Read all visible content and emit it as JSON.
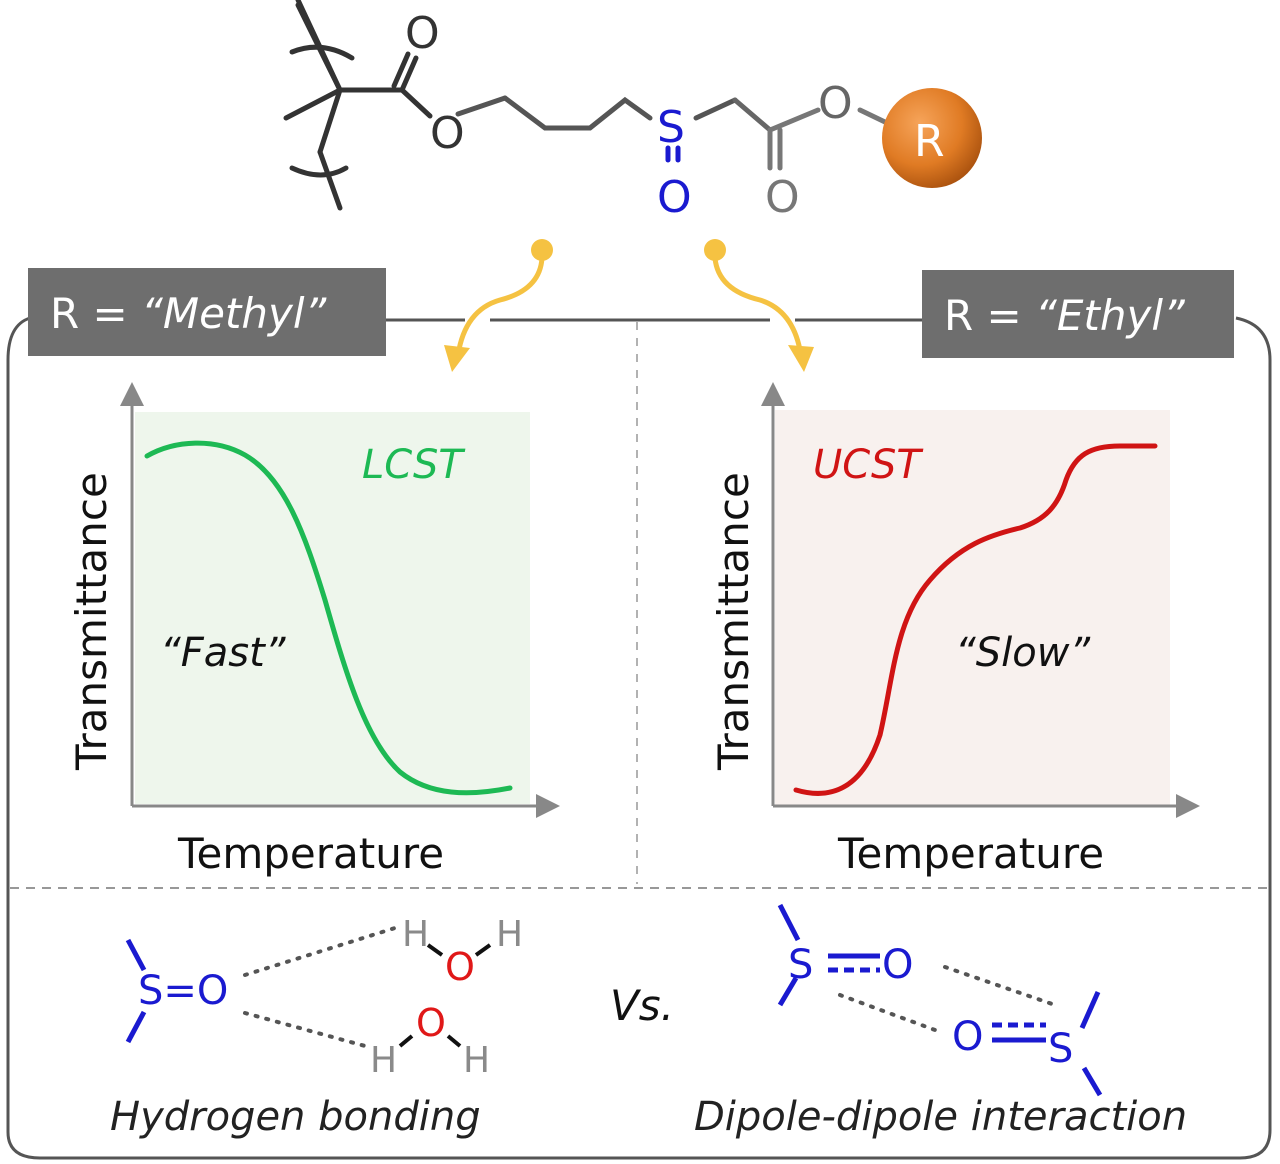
{
  "molecule": {
    "atoms": {
      "ester_o_carbonyl": "O",
      "ester_o_link": "O",
      "sulfur": "S",
      "sulfoxide_o": "O",
      "acetate_o_link": "O",
      "acetate_o_carbonyl": "O",
      "r_group": "R"
    },
    "r_group_color": "#E07B24",
    "sulfoxide_color": "#1A1AD0",
    "bond_color": "#333333"
  },
  "panels": {
    "left": {
      "label": "R = “Methyl”",
      "label_prefix": "R = ",
      "label_value": "“Methyl”",
      "curve_label": "LCST",
      "curve_color": "#1DB954",
      "speed_label": "“Fast”",
      "ylabel": "Transmittance",
      "xlabel": "Temperature",
      "bg_color": "#EEF6EC"
    },
    "right": {
      "label": "R = “Ethyl”",
      "label_prefix": "R = ",
      "label_value": "“Ethyl”",
      "curve_label": "UCST",
      "curve_color": "#D01414",
      "speed_label": "“Slow”",
      "ylabel": "Transmittance",
      "xlabel": "Temperature",
      "bg_color": "#F8F1EE"
    }
  },
  "interactions": {
    "left": {
      "caption": "Hydrogen bonding",
      "sulfoxide": "S=O",
      "water_o": "O",
      "water_h": "H"
    },
    "versus": "Vs.",
    "right": {
      "caption": "Dipole-dipole interaction",
      "s": "S",
      "o": "O"
    }
  },
  "colors": {
    "label_box": "#6E6E6E",
    "frame": "#555555",
    "arrow_yellow": "#F5C242",
    "axis": "#888888",
    "water_o": "#E01818",
    "hydrogen": "#8A8A8A"
  },
  "chart_data": [
    {
      "type": "line",
      "title": "LCST",
      "annotation": "“Fast”",
      "xlabel": "Temperature",
      "ylabel": "Transmittance",
      "x": [
        0,
        0.1,
        0.2,
        0.3,
        0.4,
        0.5,
        0.6,
        0.7,
        0.8,
        0.9,
        1.0
      ],
      "series": [
        {
          "name": "R = Methyl (LCST)",
          "values": [
            0.95,
            0.99,
            0.98,
            0.92,
            0.78,
            0.5,
            0.22,
            0.07,
            0.02,
            0.01,
            0.02
          ]
        }
      ],
      "ylim": [
        0,
        1
      ],
      "grid": false
    },
    {
      "type": "line",
      "title": "UCST",
      "annotation": "“Slow”",
      "xlabel": "Temperature",
      "ylabel": "Transmittance",
      "x": [
        0,
        0.1,
        0.2,
        0.3,
        0.4,
        0.5,
        0.6,
        0.7,
        0.8,
        0.9,
        1.0
      ],
      "series": [
        {
          "name": "R = Ethyl (UCST)",
          "values": [
            0.02,
            0.04,
            0.2,
            0.48,
            0.62,
            0.68,
            0.72,
            0.8,
            0.95,
            0.99,
            0.99
          ]
        }
      ],
      "ylim": [
        0,
        1
      ],
      "grid": false
    }
  ]
}
